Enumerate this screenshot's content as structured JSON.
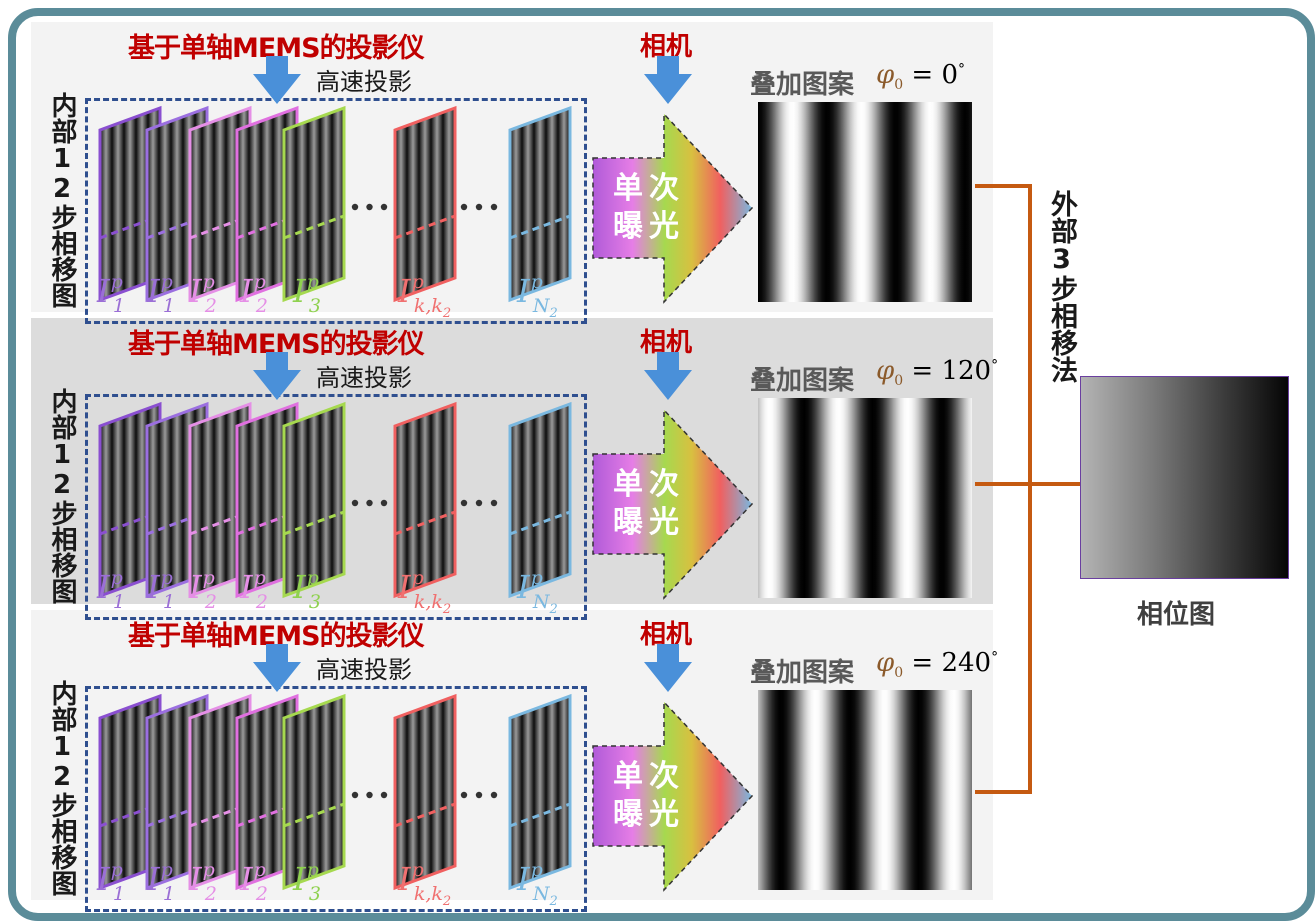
{
  "panels": [
    {
      "projector_title": "基于单轴MEMS的投影仪",
      "speed_label": "高速投影",
      "camera_title": "相机",
      "inner_label": "内部12步相移图",
      "exposure_line1": "单次",
      "exposure_line2": "曝光",
      "overlay_label": "叠加图案",
      "phi_value": "0",
      "pattern_phase": 0
    },
    {
      "projector_title": "基于单轴MEMS的投影仪",
      "speed_label": "高速投影",
      "camera_title": "相机",
      "inner_label": "内部12步相移图",
      "exposure_line1": "单次",
      "exposure_line2": "曝光",
      "overlay_label": "叠加图案",
      "phi_value": "120",
      "pattern_phase": 120
    },
    {
      "projector_title": "基于单轴MEMS的投影仪",
      "speed_label": "高速投影",
      "camera_title": "相机",
      "inner_label": "内部12步相移图",
      "exposure_line1": "单次",
      "exposure_line2": "曝光",
      "overlay_label": "叠加图案",
      "phi_value": "240",
      "pattern_phase": 240
    }
  ],
  "frame_labels": [
    {
      "base": "I",
      "sub": "1",
      "sup": "p",
      "color": "#9b6fd6"
    },
    {
      "base": "I",
      "sub": "1",
      "sup": "p",
      "color": "#9b6fd6"
    },
    {
      "base": "I",
      "sub": "2",
      "sup": "p",
      "color": "#e58fe6"
    },
    {
      "base": "I",
      "sub": "2",
      "sup": "p",
      "color": "#e58fe6"
    },
    {
      "base": "I",
      "sub": "3",
      "sup": "p",
      "color": "#8fd14f"
    },
    {
      "base": "I",
      "sub": "k,k",
      "sub2": "2",
      "sup": "p",
      "color": "#f07070"
    },
    {
      "base": "I",
      "sub": "N",
      "sub2": "2",
      "sup": "p",
      "color": "#7ab8e0"
    }
  ],
  "frame_colors": [
    "#8a4fd0",
    "#9b6fe0",
    "#e58fe6",
    "#e070e0",
    "#a6d94f",
    "#f06060",
    "#7ab8e0"
  ],
  "right": {
    "outer_label": "外部3步相移法",
    "phase_map_label": "相位图"
  },
  "colors": {
    "frame_border": "#5b8c99",
    "connector": "#c55a11",
    "arrow_blue": "#4a90d9",
    "dash_box": "#2f4f8f",
    "title_red": "#c00000"
  }
}
